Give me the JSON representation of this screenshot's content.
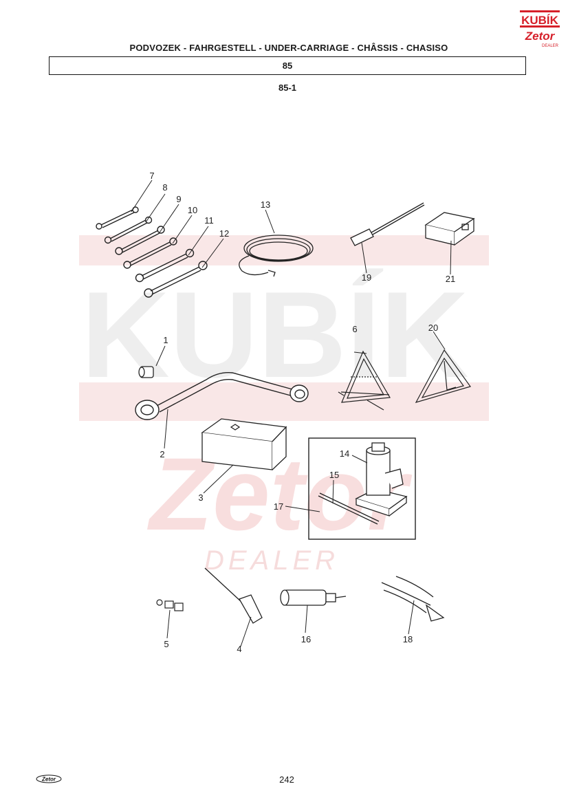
{
  "header": {
    "title": "PODVOZEK - FAHRGESTELL - UNDER-CARRIAGE - CHÂSSIS - CHASISO",
    "section": "85",
    "figure": "85-1"
  },
  "logo": {
    "top": "KUBÍK",
    "bottom": "Zetor",
    "sub": "DEALER"
  },
  "watermark": {
    "big": "KUBÍK",
    "script": "Zetor",
    "dealer": "DEALER"
  },
  "callouts": {
    "c1": "1",
    "c2": "2",
    "c3": "3",
    "c4": "4",
    "c5": "5",
    "c6": "6",
    "c7": "7",
    "c8": "8",
    "c9": "9",
    "c10": "10",
    "c11": "11",
    "c12": "12",
    "c13": "13",
    "c14": "14",
    "c15": "15",
    "c16": "16",
    "c17": "17",
    "c18": "18",
    "c19": "19",
    "c20": "20",
    "c21": "21"
  },
  "footer": {
    "logo": "Zetor",
    "page": "242"
  },
  "colors": {
    "brand_red": "#d6202a",
    "watermark": "#f6e0e0",
    "watermark_grey": "#eeeeee",
    "ink": "#1a1a1a"
  }
}
